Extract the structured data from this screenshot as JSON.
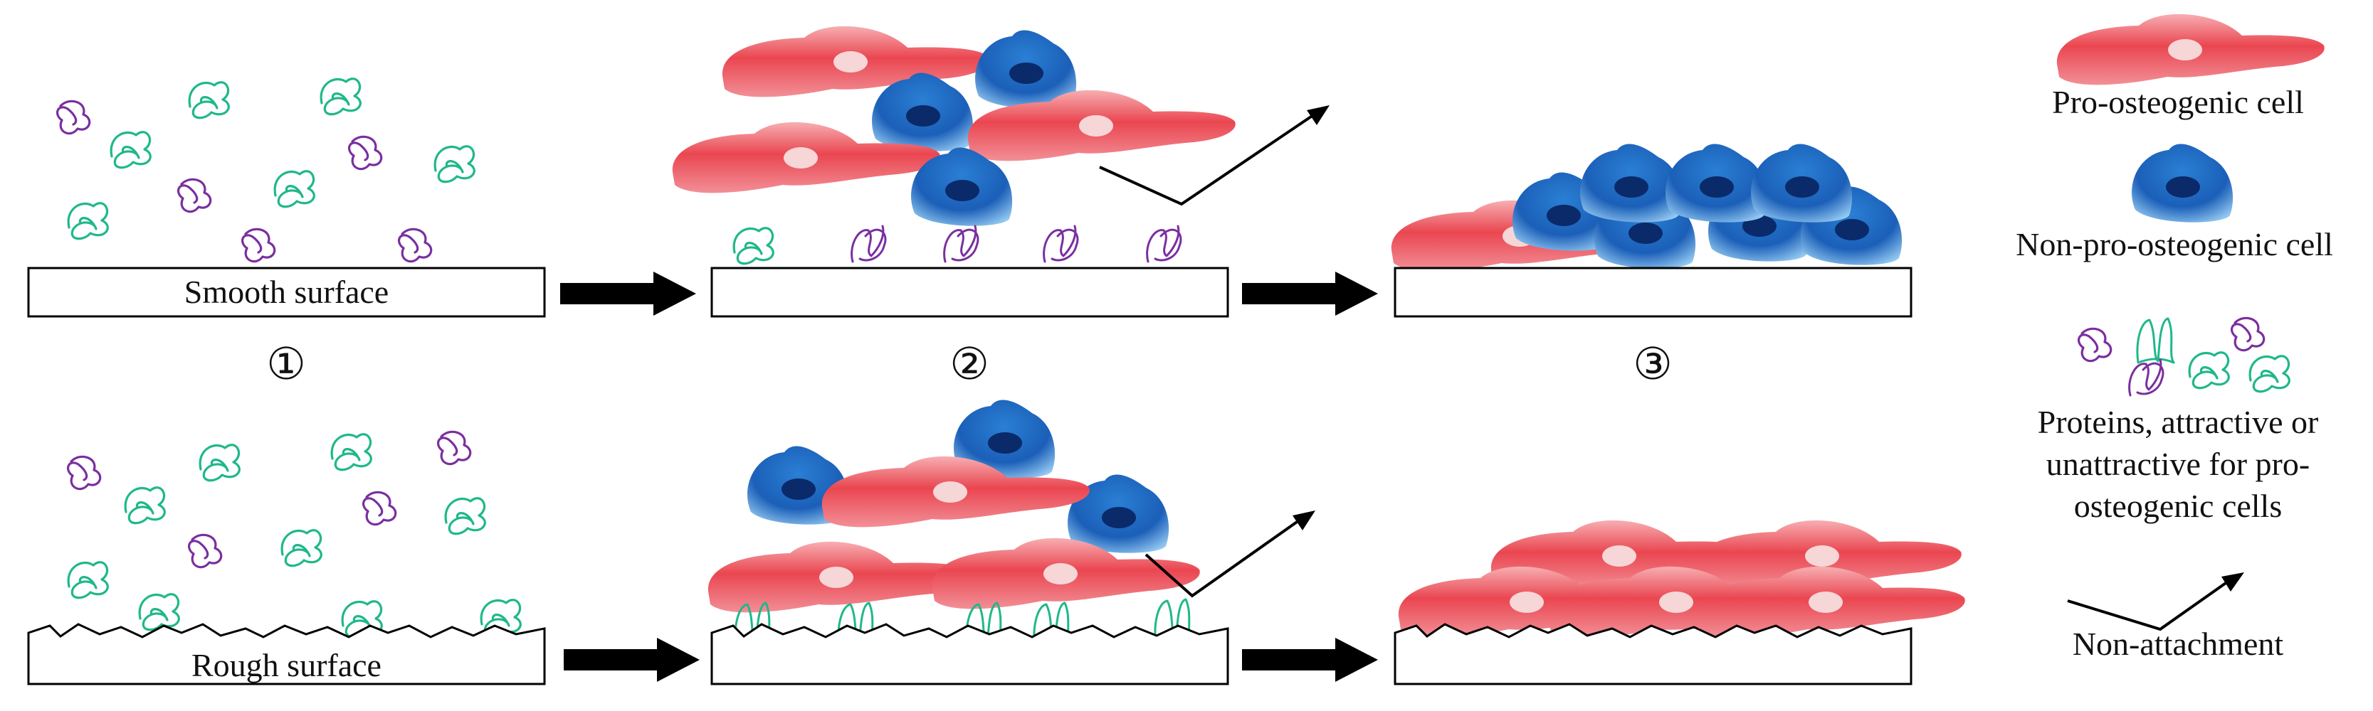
{
  "panels": {
    "smooth_label": "Smooth surface",
    "rough_label": "Rough surface"
  },
  "steps": [
    "①",
    "②",
    "③"
  ],
  "legend": {
    "pro_cell": "Pro-osteogenic cell",
    "non_pro_cell": "Non-pro-osteogenic cell",
    "proteins_line1": "Proteins, attractive or",
    "proteins_line2": "unattractive for pro-",
    "proteins_line3": "osteogenic cells",
    "non_attachment": "Non-attachment"
  },
  "colors": {
    "pro_cell": "#e8424e",
    "non_pro_cell": "#1d6fc8",
    "nucleus_pro": "#f6d6d6",
    "nucleus_non": "#0a2a6a",
    "protein_green": "#1fb88a",
    "protein_purple": "#7a2fa0",
    "arrow": "#000000"
  }
}
